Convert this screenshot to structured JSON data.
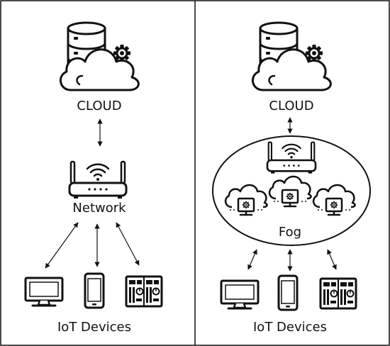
{
  "colors": {
    "ink": "#111111",
    "background": "#ffffff"
  },
  "panels": [
    {
      "cloud_label": "CLOUD",
      "network_label": "Network",
      "devices_label": "IoT Devices",
      "icons": [
        "database-icon",
        "cloud-gear-icon",
        "router-icon",
        "monitor-icon",
        "smartphone-icon",
        "control-panel-icon"
      ]
    },
    {
      "cloud_label": "CLOUD",
      "fog_label": "Fog",
      "devices_label": "IoT Devices",
      "icons": [
        "database-icon",
        "cloud-gear-icon",
        "router-icon",
        "fog-node-icon",
        "fog-node-icon",
        "fog-node-icon",
        "monitor-icon",
        "smartphone-icon",
        "control-panel-icon"
      ]
    }
  ]
}
